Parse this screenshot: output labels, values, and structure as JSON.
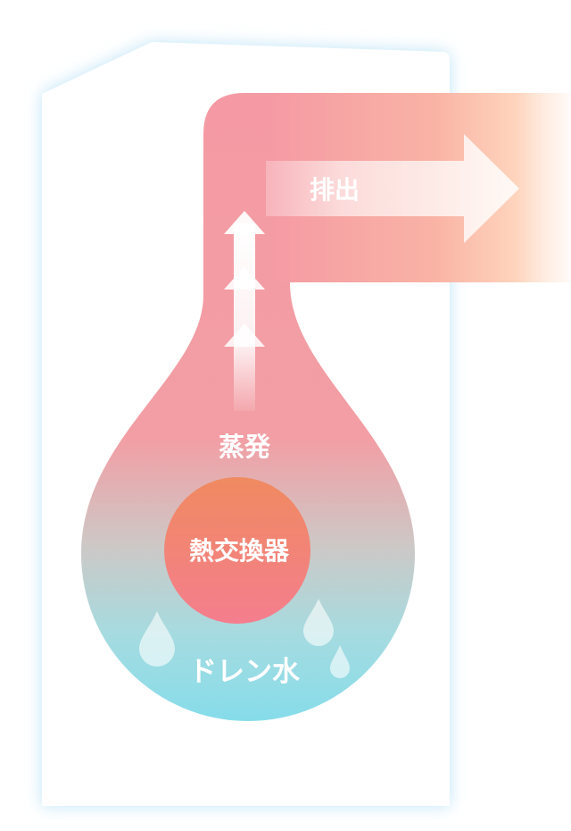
{
  "diagram": {
    "exhaust_label": "排出",
    "evaporation_label": "蒸発",
    "heat_exchanger_label": "熱交換器",
    "drain_water_label": "ドレン水"
  },
  "colors": {
    "drop_top": "#f59aa4",
    "drop_bottom": "#86dcea",
    "heat_exchanger_top": "#f08a60",
    "heat_exchanger_bottom": "#f47e8e",
    "exhaust_end": "#ffd9c4",
    "cabinet_glow": "#bfe4f7"
  }
}
